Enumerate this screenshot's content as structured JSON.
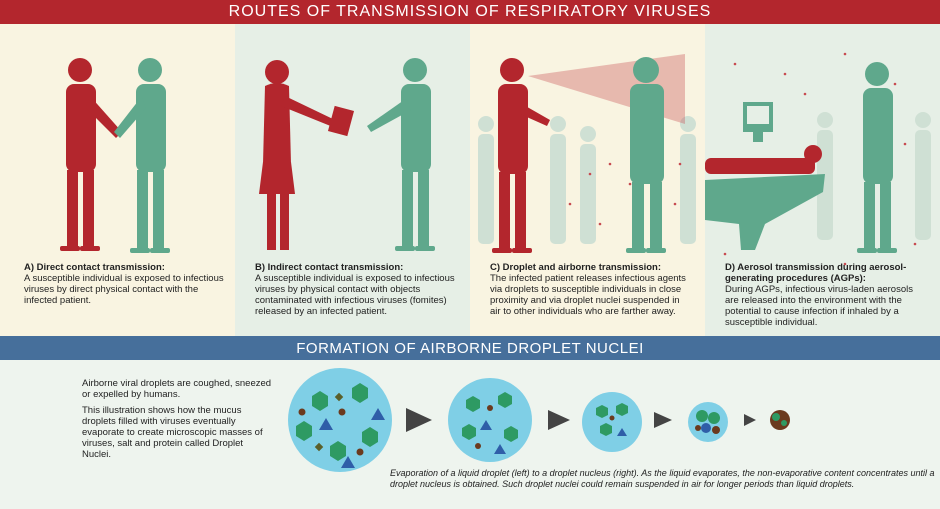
{
  "header": {
    "title": "ROUTES OF TRANSMISSION OF RESPIRATORY VIRUSES"
  },
  "panels": [
    {
      "title": "A) Direct contact transmission:",
      "body": "A susceptible individual  is exposed to infectious viruses by direct physical contact with the infected patient."
    },
    {
      "title": "B) Indirect contact transmission:",
      "body": "A susceptible individual is exposed to infectious viruses by physical contact with objects contaminated with infectious viruses (fomites) released by an infected patient."
    },
    {
      "title": "C) Droplet and airborne transmission:",
      "body": "The infected patient releases infectious agents via droplets to susceptible individuals in close proximity and via droplet nuclei suspended in air to other individuals who are farther away."
    },
    {
      "title": "D) Aerosol transmission during aerosol-generating procedures (AGPs):",
      "body": "During AGPs, infectious virus-laden aerosols are released into the environment with the potential to cause infection if inhaled by a susceptible individual."
    }
  ],
  "section2": {
    "title": "FORMATION OF AIRBORNE DROPLET NUCLEI",
    "intro1": "Airborne viral droplets are coughed, sneezed or expelled by humans.",
    "intro2": "This illustration shows how the mucus droplets filled with viruses eventually evaporate to create microscopic masses of viruses, salt and protein called Droplet Nuclei.",
    "caption": "Evaporation of a liquid droplet (left) to a droplet nucleus (right). As the liquid evaporates, the non-evaporative content concentrates until a droplet nucleus is obtained. Such droplet nuclei could remain suspended in air for longer periods than liquid droplets."
  },
  "colors": {
    "infected": "#b3262d",
    "susceptible": "#5fa88c",
    "ghost": "#cfe0d4",
    "droplet": "#7fcfe6",
    "virus": "#2e9a63",
    "salt": "#5a5f2a",
    "protein": "#2f5ea8",
    "nucleus_bit": "#6b3a1e",
    "banner_top": "#b3262d",
    "banner_mid": "#466f9b"
  }
}
